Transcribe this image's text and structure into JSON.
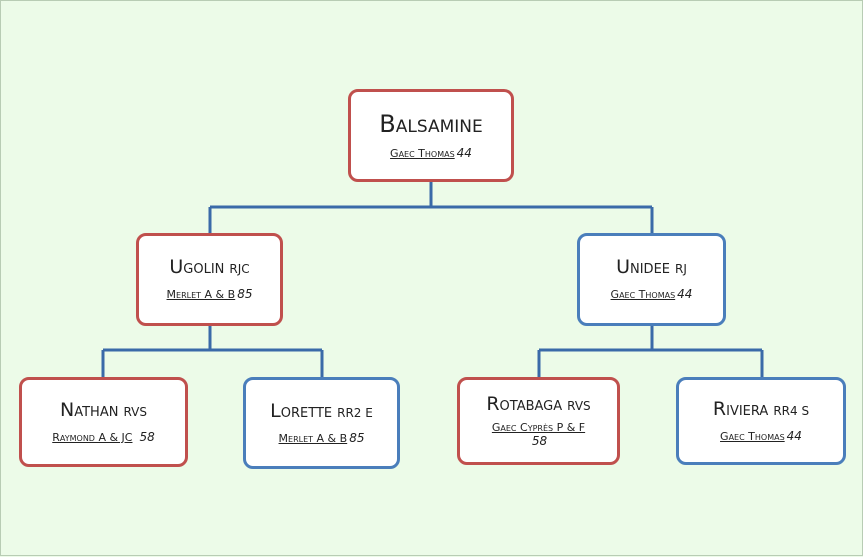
{
  "colors": {
    "female": "#c0504d",
    "male": "#4a7ebb",
    "connector": "#3a6aa8",
    "background": "#ecfbe8"
  },
  "nodes": {
    "root": {
      "name": "Balsamine",
      "code": "",
      "breeder": "Gaec Thomas",
      "dept": "44"
    },
    "sire": {
      "name": "Ugolin",
      "code": "RJC",
      "breeder": "Merlet A & B",
      "dept": "85"
    },
    "dam": {
      "name": "Unidee",
      "code": "RJ",
      "breeder": "Gaec Thomas",
      "dept": "44"
    },
    "sire_sire": {
      "name": "Nathan",
      "code": "RVS",
      "breeder": "Raymond A & JC",
      "dept": "58"
    },
    "sire_dam": {
      "name": "Lorette",
      "code": "RR2 E",
      "breeder": "Merlet A & B",
      "dept": "85"
    },
    "dam_sire": {
      "name": "Rotabaga",
      "code": "RVS",
      "breeder": "Gaec Cyprès P & F",
      "dept": "58"
    },
    "dam_dam": {
      "name": "Riviera",
      "code": "RR4 S",
      "breeder": "Gaec Thomas",
      "dept": "44"
    }
  }
}
